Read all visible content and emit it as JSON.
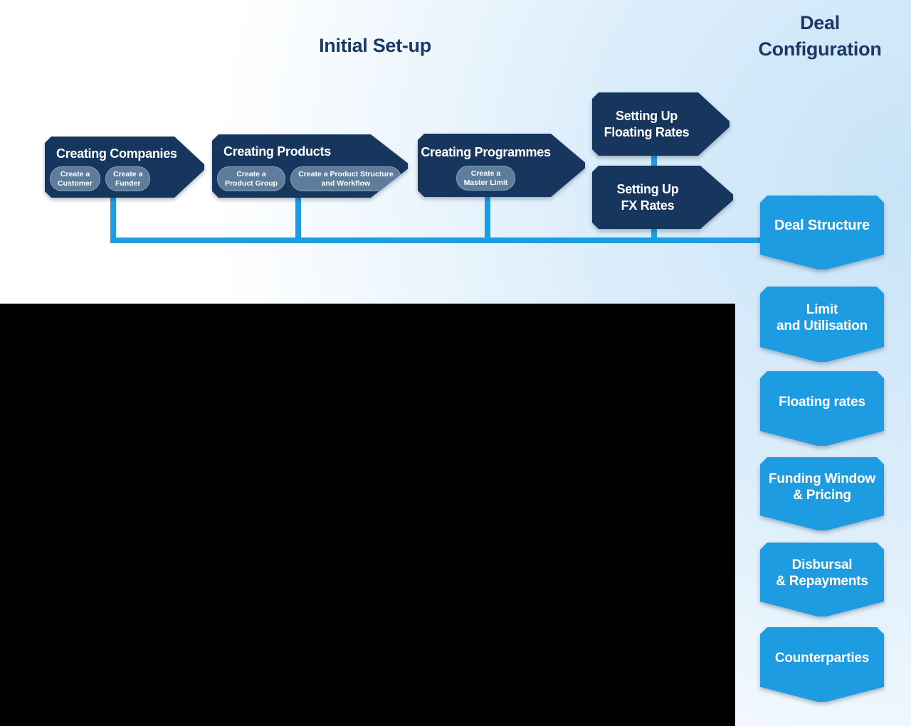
{
  "colors": {
    "navy": "#16365E",
    "accent_blue": "#1E9CE2",
    "pill_slate": "#5E7C9B",
    "background_tint": "#C7E3F7",
    "title_navy": "#1B3966",
    "blackout": "#000000"
  },
  "headers": {
    "initial_setup": "Initial Set-up",
    "deal_configuration": "Deal\nConfiguration"
  },
  "initial_setup_flow": {
    "steps": [
      {
        "title": "Creating Companies",
        "pills": [
          "Create a\nCustomer",
          "Create a\nFunder"
        ]
      },
      {
        "title": "Creating Products",
        "pills": [
          "Create a\nProduct Group",
          "Create a Product Structure\nand Workflow"
        ]
      },
      {
        "title": "Creating Programmes",
        "pills": [
          "Create a\nMaster Limit"
        ]
      },
      {
        "title": "Setting Up\nFloating Rates",
        "pills": []
      },
      {
        "title": "Setting Up\nFX Rates",
        "pills": []
      }
    ]
  },
  "deal_configuration_flow": {
    "items": [
      {
        "label": "Deal Structure"
      },
      {
        "label": "Limit\nand Utilisation"
      },
      {
        "label": "Floating rates"
      },
      {
        "label": "Funding Window\n& Pricing"
      },
      {
        "label": "Disbursal\n& Repayments"
      },
      {
        "label": "Counterparties"
      }
    ]
  }
}
